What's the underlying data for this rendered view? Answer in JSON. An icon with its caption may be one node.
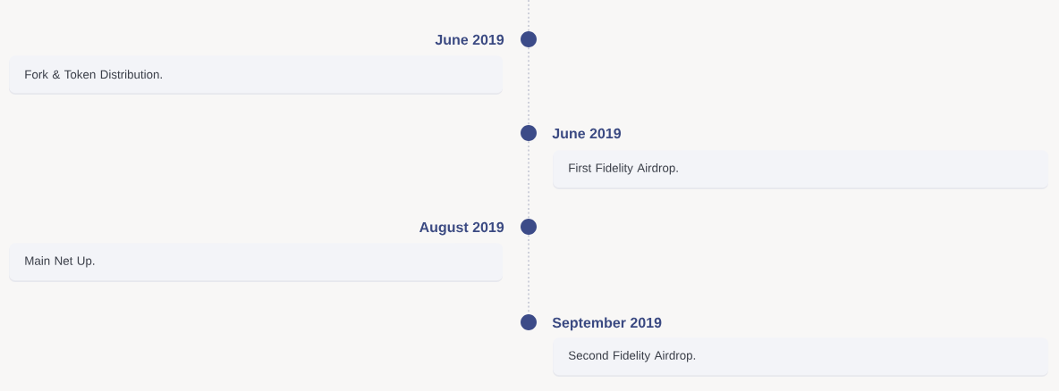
{
  "diagram": {
    "nodes": [
      {
        "text": [
          "June 2019",
          "Fork & Token Distribution."
        ]
      },
      {
        "text": [],
        "shape": "circle"
      },
      {
        "text": [],
        "shape": "circle"
      },
      {
        "text": [
          "June 2019",
          "First Fidelity Airdrop."
        ]
      },
      {
        "text": [
          "August 2019",
          "Main Net Up."
        ]
      },
      {
        "text": [],
        "shape": "circle"
      },
      {
        "text": [],
        "shape": "circle"
      },
      {
        "text": [
          "September 2019",
          "Second Fidelity Airdrop."
        ]
      }
    ],
    "edges": [
      {
        "from": null,
        "to": 1,
        "arrow": "none",
        "style": "dashed"
      },
      {
        "from": 1,
        "to": 2,
        "arrow": "none",
        "style": "dashed"
      },
      {
        "from": 2,
        "to": 5,
        "arrow": "none",
        "style": "dashed"
      },
      {
        "from": 5,
        "to": 6,
        "arrow": "none",
        "style": "dashed"
      }
    ]
  }
}
